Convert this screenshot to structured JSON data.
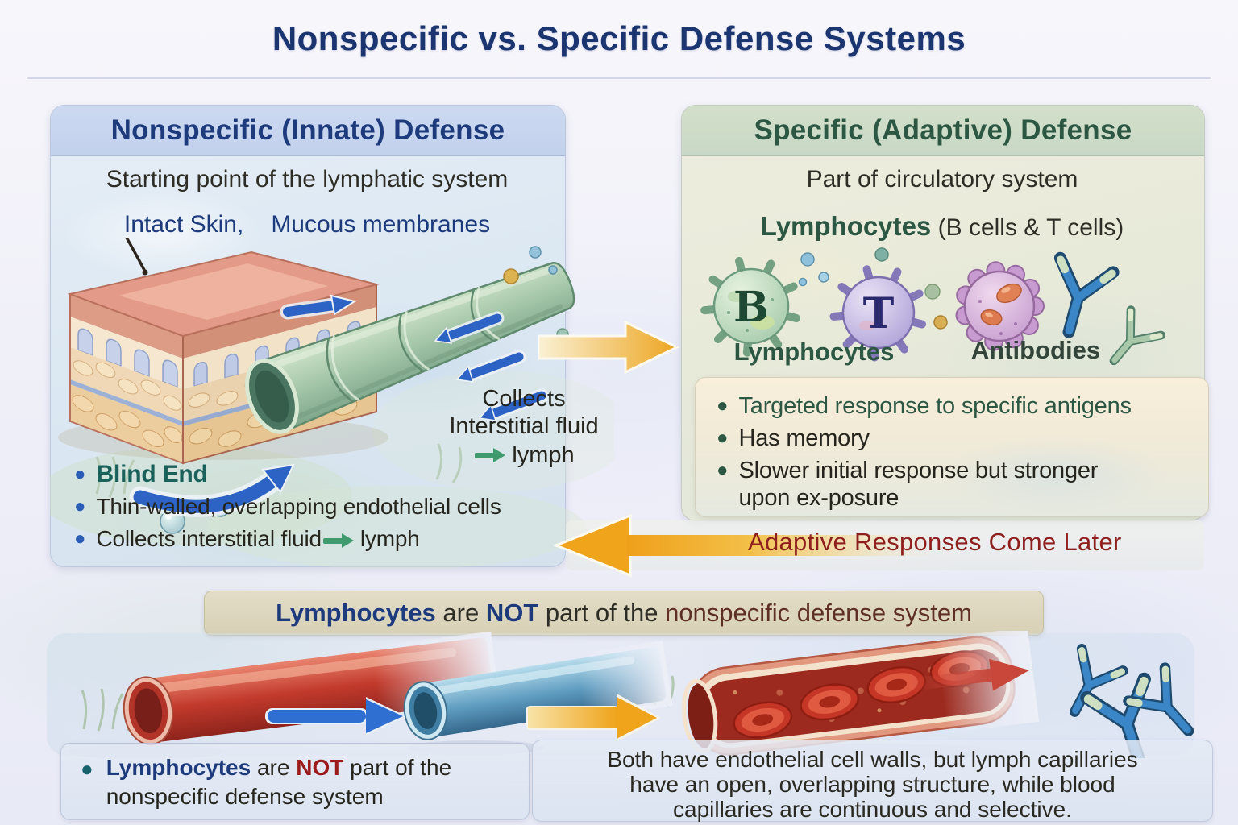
{
  "title": "Nonspecific vs. Specific Defense Systems",
  "left_panel": {
    "header": "Nonspecific (Innate) Defense",
    "subtitle": "Starting point of the lymphatic system",
    "membranes_line": {
      "skin": "Intact Skin,",
      "mucous": "Mucous membranes"
    },
    "vessel_caption": {
      "line1": "Collects",
      "line2": "Interstitial fluid",
      "arrow_label": "lymph"
    },
    "bullets": {
      "blind_end": "Blind End",
      "thin_walled": "Thin-walled, overlapping endothelial cells",
      "collects_before": "Collects interstitial fluid",
      "collects_after": "lymph"
    }
  },
  "right_panel": {
    "header": "Specific (Adaptive) Defense",
    "subtitle": "Part of circulatory system",
    "lymphocytes_heading": {
      "bold": "Lymphocytes",
      "rest": " (B cells & T cells)"
    },
    "cells": {
      "b_label": "B",
      "t_label": "T"
    },
    "captions": {
      "lymphocytes": "Lymphocytes",
      "antibodies": "Antibodies"
    },
    "bullets": {
      "targeted": "Targeted response to specific antigens",
      "memory": "Has memory",
      "slower_line1": "Slower initial response but stronger",
      "slower_line2": "upon ex-posure"
    }
  },
  "adaptive_arrow_label": "Adaptive Responses Come Later",
  "middle_banner": {
    "lymphocytes": "Lymphocytes",
    "are": " are ",
    "not": "NOT",
    "part": " part of the ",
    "nonspecific": "nonspecific defense system"
  },
  "bottom": {
    "left_note": {
      "lymphocytes": "Lymphocytes",
      "are": " are ",
      "not": "NOT",
      "rest": " part of the nonspecific defense system"
    },
    "right_note": {
      "line1": "Both have endothelial cell walls, but lymph capillaries",
      "line2": "have an open, overlapping structure, while blood",
      "line3": "capillaries are continuous and selective."
    }
  },
  "colors": {
    "title_navy": "#1b3570",
    "green_heading": "#2c5742",
    "teal_text": "#19615a",
    "adaptive_red": "#8e1f1d",
    "maroon_text": "#5e2f24",
    "arrow_yellow": "#efa41c",
    "arrow_blue": "#2d63c4",
    "lymph_arrow_green": "#3f9a6e"
  }
}
